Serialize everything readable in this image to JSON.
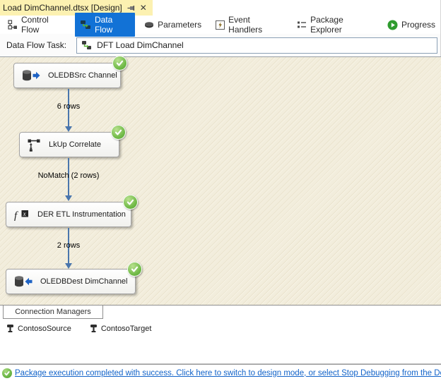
{
  "document_tab": {
    "title": "Load DimChannel.dtsx [Design]"
  },
  "toolbar": {
    "items": [
      {
        "label": "Control Flow",
        "icon": "control-flow-icon",
        "selected": false
      },
      {
        "label": "Data Flow",
        "icon": "data-flow-icon",
        "selected": true
      },
      {
        "label": "Parameters",
        "icon": "parameters-icon",
        "selected": false
      },
      {
        "label": "Event Handlers",
        "icon": "event-handlers-icon",
        "selected": false
      },
      {
        "label": "Package Explorer",
        "icon": "package-explorer-icon",
        "selected": false
      },
      {
        "label": "Progress",
        "icon": "progress-icon",
        "selected": false
      }
    ]
  },
  "task_bar": {
    "label": "Data Flow Task:",
    "value": "DFT Load DimChannel",
    "icon": "data-flow-task-icon"
  },
  "canvas": {
    "nodes": [
      {
        "label": "OLEDBSrc Channel",
        "icon": "oledb-source-icon",
        "status": "success"
      },
      {
        "label": "LkUp Correlate",
        "icon": "lookup-icon",
        "status": "success"
      },
      {
        "label": "DER ETL Instrumentation",
        "icon": "derived-column-icon",
        "status": "success"
      },
      {
        "label": "OLEDBDest DimChannel",
        "icon": "oledb-destination-icon",
        "status": "success"
      }
    ],
    "edges": [
      {
        "label": "6 rows"
      },
      {
        "label": "NoMatch (2 rows)"
      },
      {
        "label": "2 rows"
      }
    ]
  },
  "connection_managers": {
    "title": "Connection Managers",
    "items": [
      {
        "name": "ContosoSource",
        "icon": "connection-manager-icon"
      },
      {
        "name": "ContosoTarget",
        "icon": "connection-manager-icon"
      }
    ]
  },
  "status_bar": {
    "message": "Package execution completed with success. Click here to switch to design mode, or select Stop Debugging from the Debug menu.",
    "icon": "success-check-icon"
  },
  "colors": {
    "accent_blue": "#1272d6",
    "success_green": "#5fae3f",
    "link_blue": "#1263c9",
    "tab_yellow": "#fcf1b1",
    "arrow_blue": "#4a76ad",
    "canvas_beige": "#f1ecdb"
  }
}
